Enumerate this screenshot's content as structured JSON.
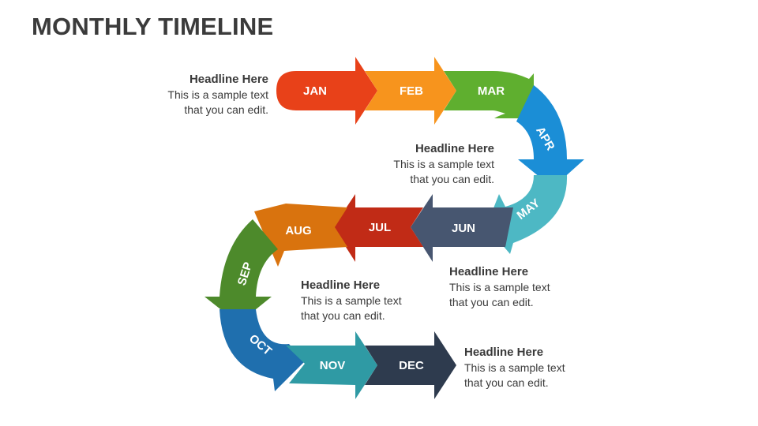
{
  "title": "MONTHLY TIMELINE",
  "months": [
    {
      "label": "JAN",
      "color": "#E84119"
    },
    {
      "label": "FEB",
      "color": "#F7941D"
    },
    {
      "label": "MAR",
      "color": "#5FAF2F"
    },
    {
      "label": "APR",
      "color": "#1B8ED6"
    },
    {
      "label": "MAY",
      "color": "#4DB8C4"
    },
    {
      "label": "JUN",
      "color": "#475670"
    },
    {
      "label": "JUL",
      "color": "#C12B16"
    },
    {
      "label": "AUG",
      "color": "#D9730E"
    },
    {
      "label": "SEP",
      "color": "#4D8A2B"
    },
    {
      "label": "OCT",
      "color": "#1F6FAE"
    },
    {
      "label": "NOV",
      "color": "#2F9AA4"
    },
    {
      "label": "DEC",
      "color": "#2E3B4E"
    }
  ],
  "callouts": [
    {
      "headline": "Headline Here",
      "line1": "This is a sample text",
      "line2": "that you can edit."
    },
    {
      "headline": "Headline Here",
      "line1": "This is a sample text",
      "line2": "that you can edit."
    },
    {
      "headline": "Headline Here",
      "line1": "This is a sample text",
      "line2": "that you can edit."
    },
    {
      "headline": "Headline Here",
      "line1": "This is a sample text",
      "line2": "that you can edit."
    },
    {
      "headline": "Headline Here",
      "line1": "This is a sample text",
      "line2": "that you can edit."
    }
  ]
}
